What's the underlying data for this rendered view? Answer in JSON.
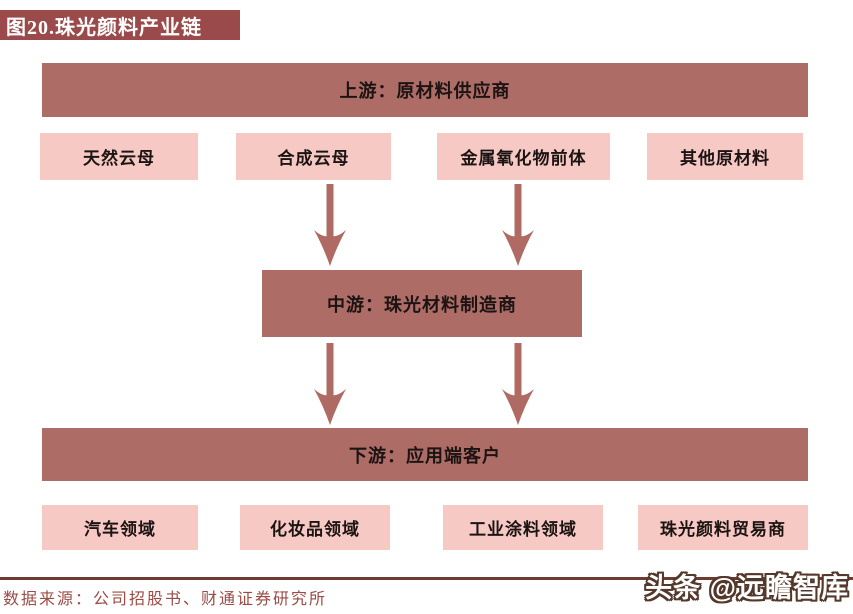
{
  "title_bar": {
    "text": "图20.珠光颜料产业链"
  },
  "colors": {
    "title_bg": "#9a4a4a",
    "band_bg": "#ae6c67",
    "leaf_bg": "#f6c9c5",
    "arrow": "#b06a64",
    "source_text": "#9c4b46",
    "rule": "#6e3b33",
    "box_text": "#1c1412"
  },
  "flow": {
    "upstream": {
      "label": "上游：原材料供应商",
      "items": [
        "天然云母",
        "合成云母",
        "金属氧化物前体",
        "其他原材料"
      ]
    },
    "midstream": {
      "label": "中游：珠光材料制造商"
    },
    "downstream": {
      "label": "下游：应用端客户",
      "items": [
        "汽车领域",
        "化妆品领域",
        "工业涂料领域",
        "珠光颜料贸易商"
      ]
    }
  },
  "footer": {
    "source": "数据来源：公司招股书、财通证券研究所",
    "watermark": "头条 @远瞻智库"
  }
}
